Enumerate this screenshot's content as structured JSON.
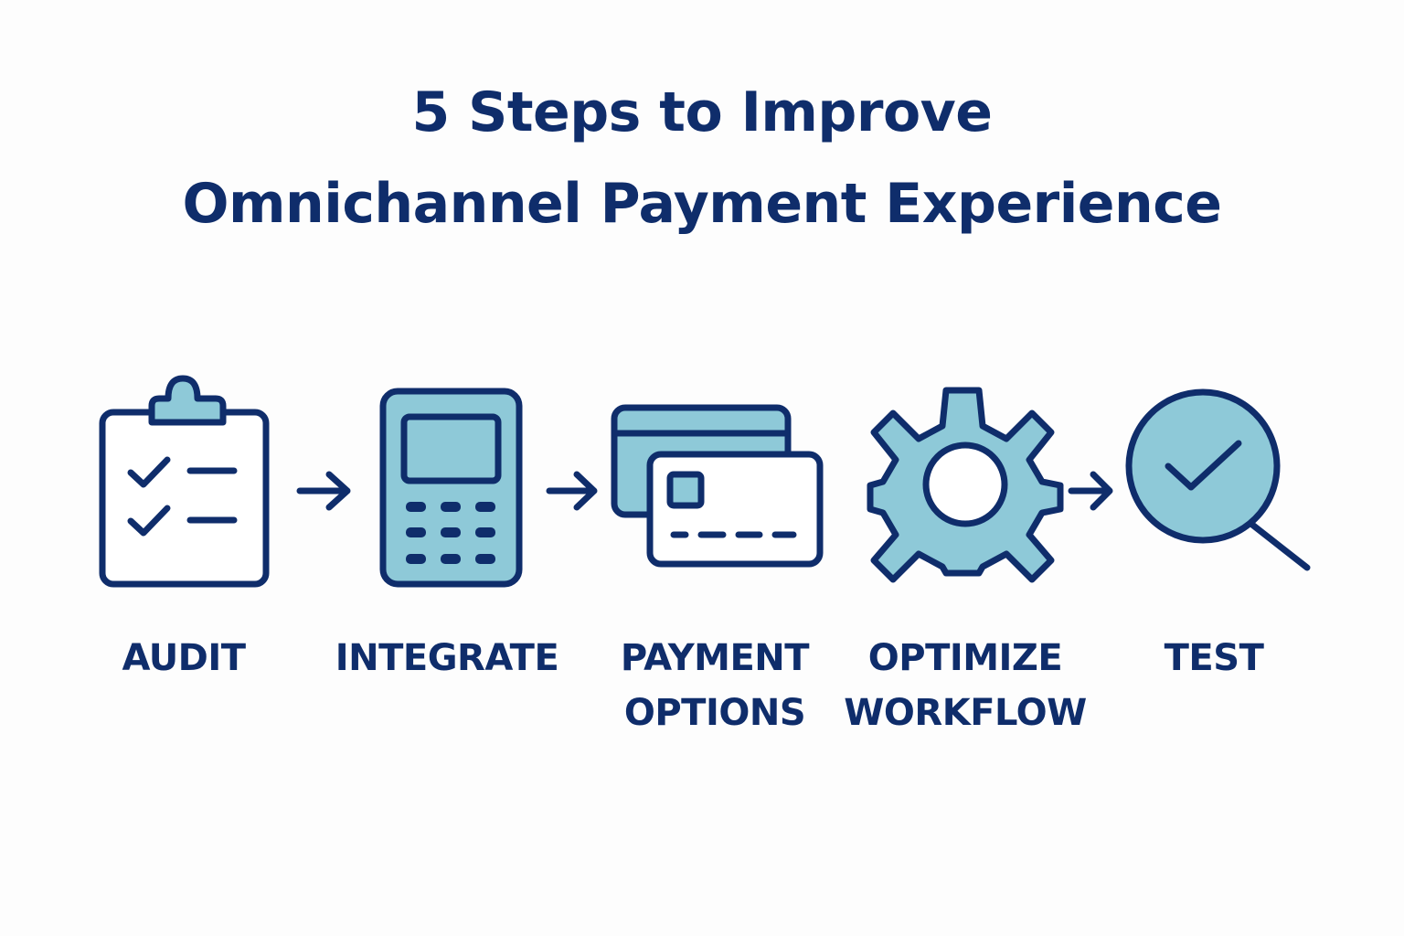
{
  "title": {
    "line1": "5 Steps to Improve",
    "line2": "Omnichannel Payment Experience"
  },
  "colors": {
    "ink": "#0f2d6b",
    "fill": "#8ec9d8",
    "background": "#fdfdfd"
  },
  "steps": [
    {
      "icon": "clipboard-checklist-icon",
      "label_line1": "AUDIT",
      "label_line2": ""
    },
    {
      "icon": "payment-terminal-icon",
      "label_line1": "INTEGRATE",
      "label_line2": ""
    },
    {
      "icon": "payment-cards-icon",
      "label_line1": "PAYMENT",
      "label_line2": "OPTIONS"
    },
    {
      "icon": "gear-icon",
      "label_line1": "OPTIMIZE",
      "label_line2": "WORKFLOW"
    },
    {
      "icon": "magnifier-check-icon",
      "label_line1": "TEST",
      "label_line2": ""
    }
  ]
}
